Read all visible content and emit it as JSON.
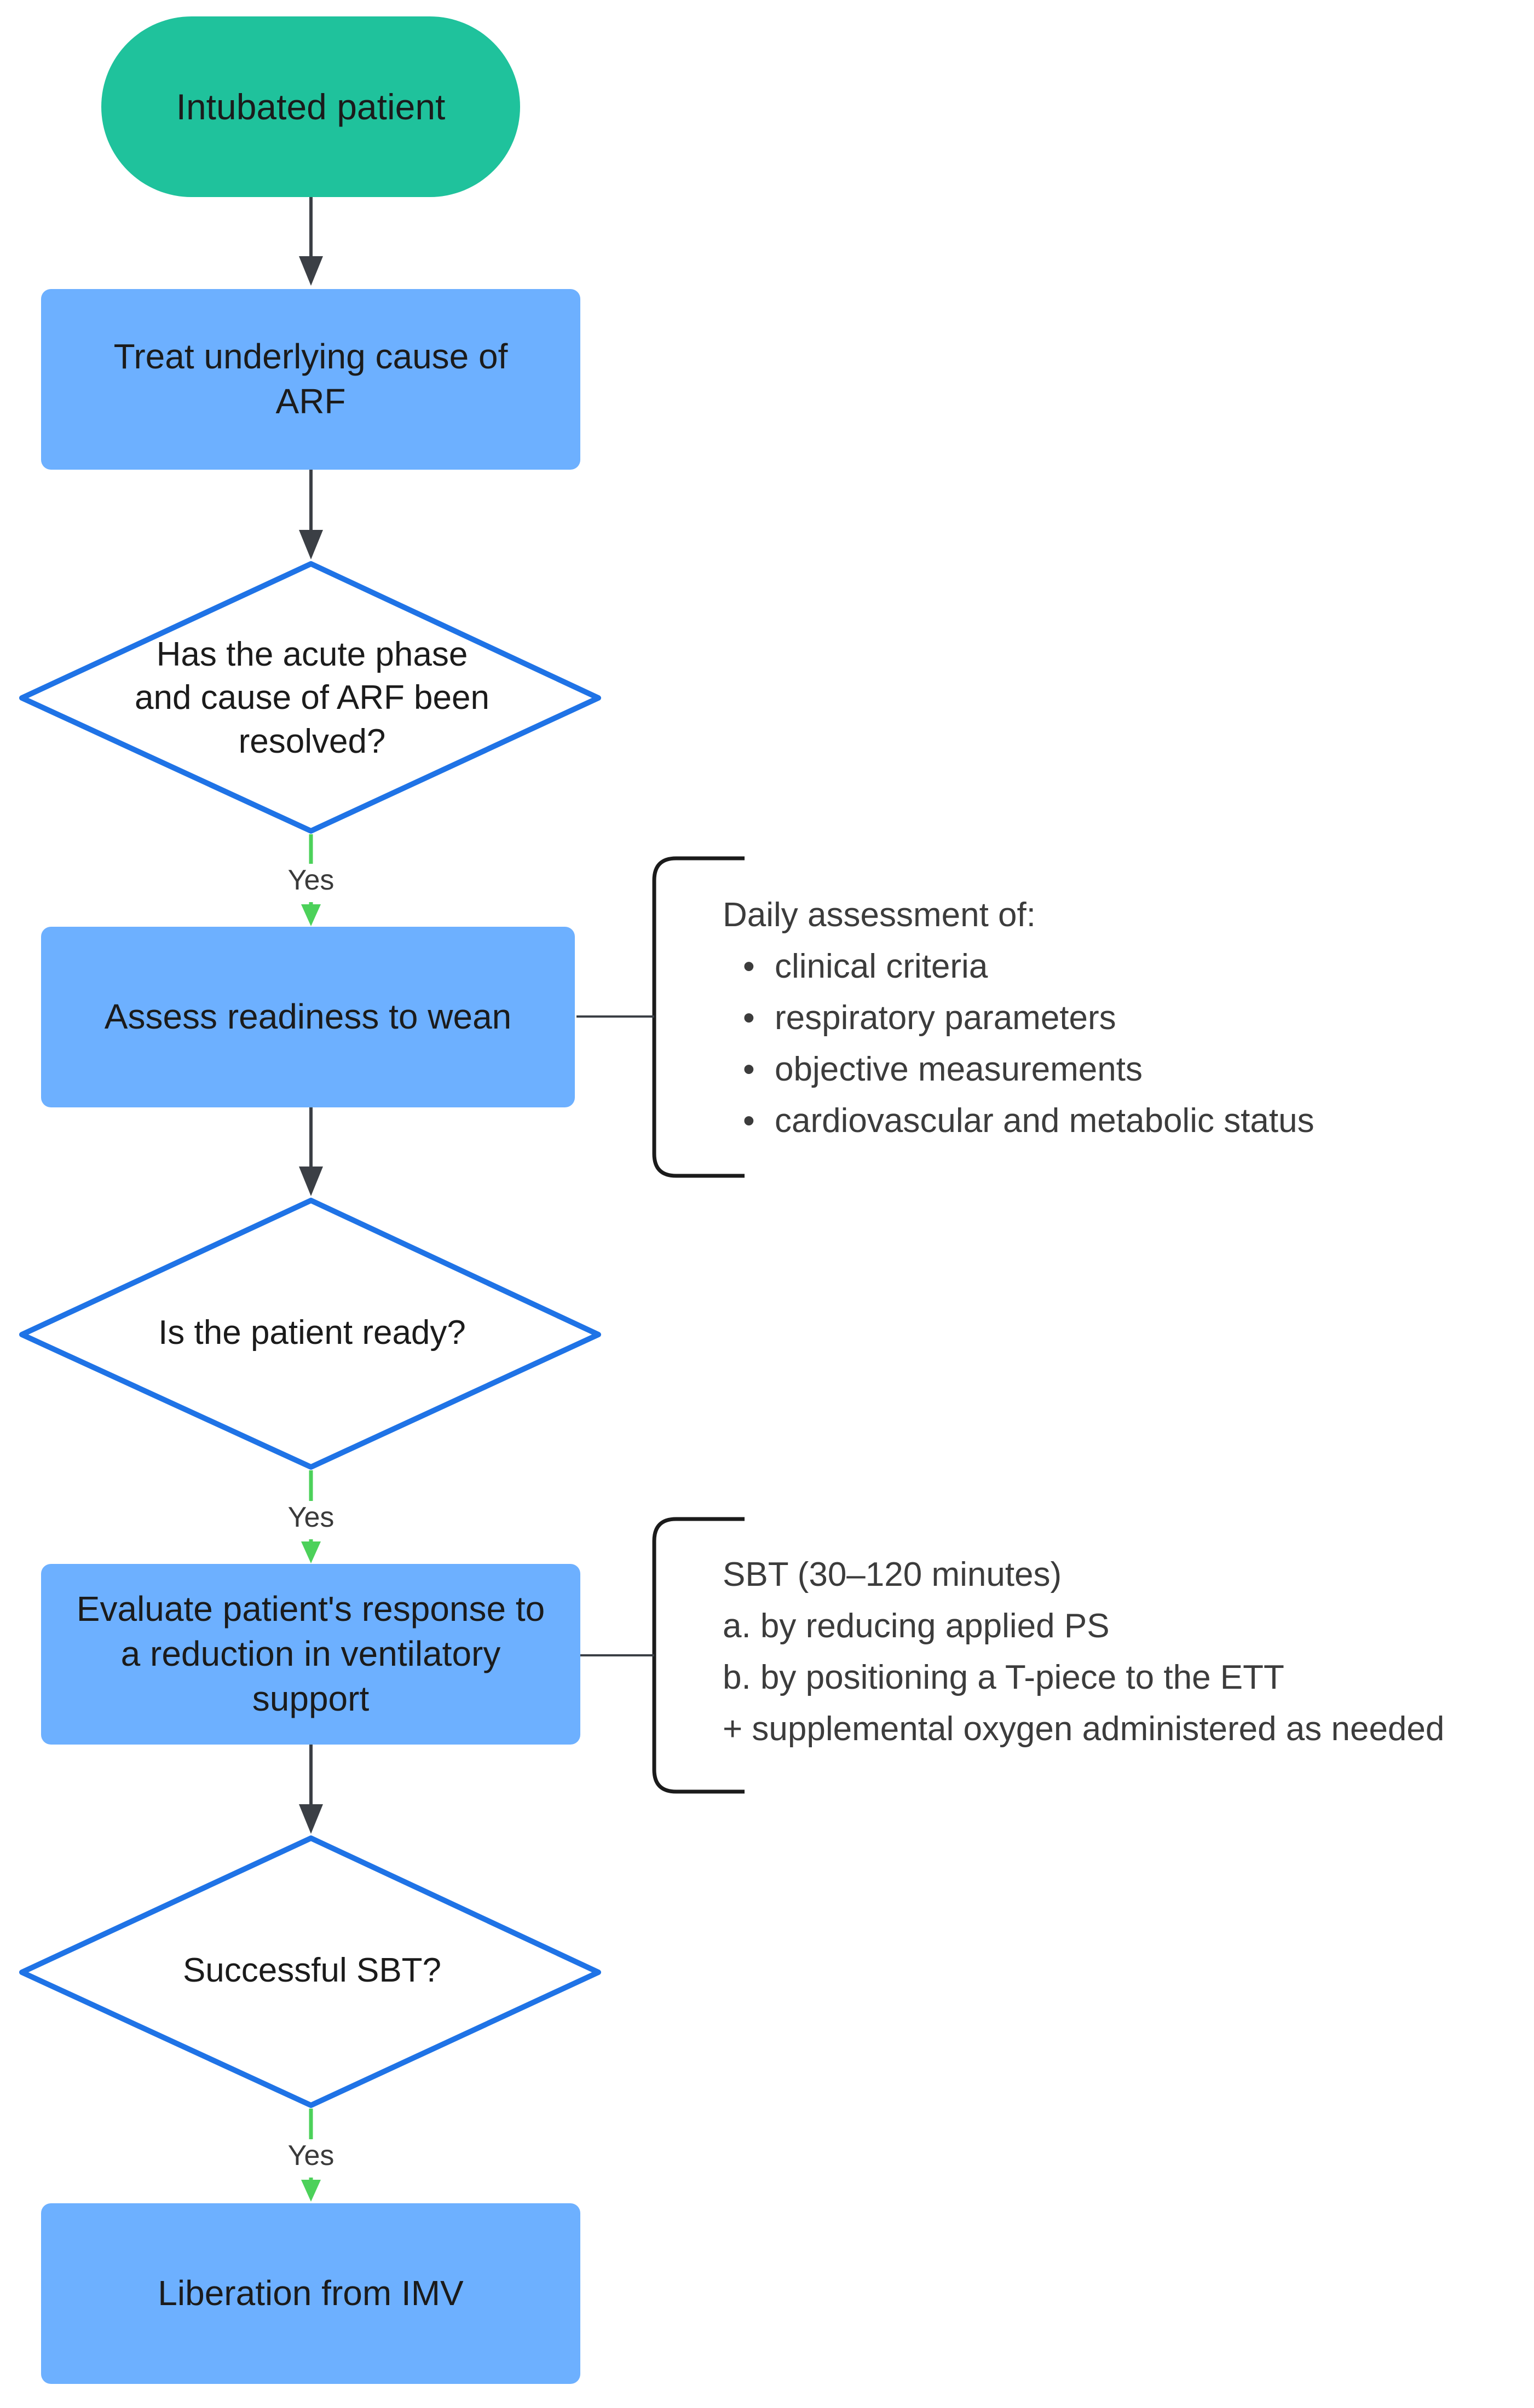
{
  "nodes": {
    "start": "Intubated patient",
    "treat": "Treat underlying cause of ARF",
    "q_resolved": "Has the acute phase and cause of ARF been resolved?",
    "assess": "Assess readiness to wean",
    "q_ready": "Is the patient ready?",
    "evaluate": "Evaluate patient's response to a reduction in ventilatory support",
    "q_sbt": "Successful SBT?",
    "end": "Liberation from IMV"
  },
  "edge_labels": {
    "yes1": "Yes",
    "yes2": "Yes",
    "yes3": "Yes"
  },
  "notes": {
    "assessment": {
      "heading": "Daily assessment of:",
      "items": [
        "clinical criteria",
        "respiratory parameters",
        "objective measurements",
        "cardiovascular and metabolic status"
      ]
    },
    "sbt": {
      "lines": [
        "SBT (30–120 minutes)",
        "a. by reducing applied PS",
        "b. by positioning a T-piece to the ETT",
        "+ supplemental oxygen administered as needed"
      ]
    }
  },
  "colors": {
    "terminal": "#1fc29c",
    "process": "#6db0ff",
    "decision_border": "#1f73e6",
    "arrow_dark": "#3b3f45",
    "arrow_yes": "#4cd15a"
  }
}
